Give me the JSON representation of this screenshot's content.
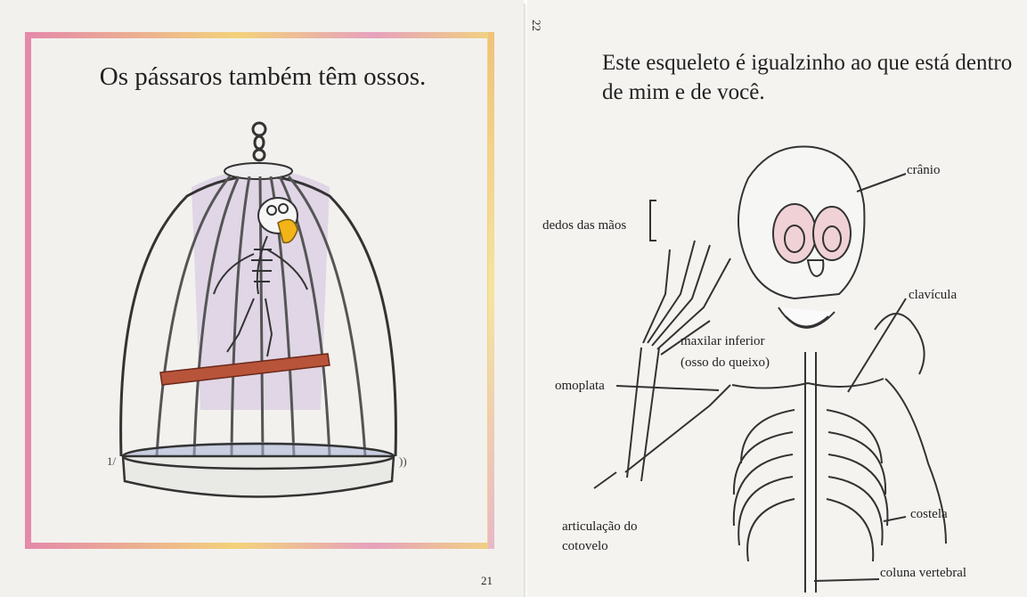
{
  "left_page": {
    "title": "Os pássaros também têm ossos.",
    "page_number": "21"
  },
  "right_page": {
    "page_number": "22",
    "title": "Este esqueleto é igualzinho ao que está dentro de mim e de você.",
    "labels": {
      "cranio": "crânio",
      "dedos": "dedos das mãos",
      "clavicula": "clavícula",
      "maxilar_line1": "maxilar inferior",
      "maxilar_line2": "(osso do queixo)",
      "omoplata": "omoplata",
      "articulacao_line1": "articulação do",
      "articulacao_line2": "cotovelo",
      "costela": "costela",
      "coluna": "coluna vertebral"
    }
  },
  "colors": {
    "frame_pink": "#e58aa9",
    "frame_yellow": "#f3d27a",
    "perch": "#b8543a",
    "beak": "#f2b418",
    "cage_shadow": "#c9b5dc",
    "cage_base_shadow": "#a7b1d6"
  }
}
